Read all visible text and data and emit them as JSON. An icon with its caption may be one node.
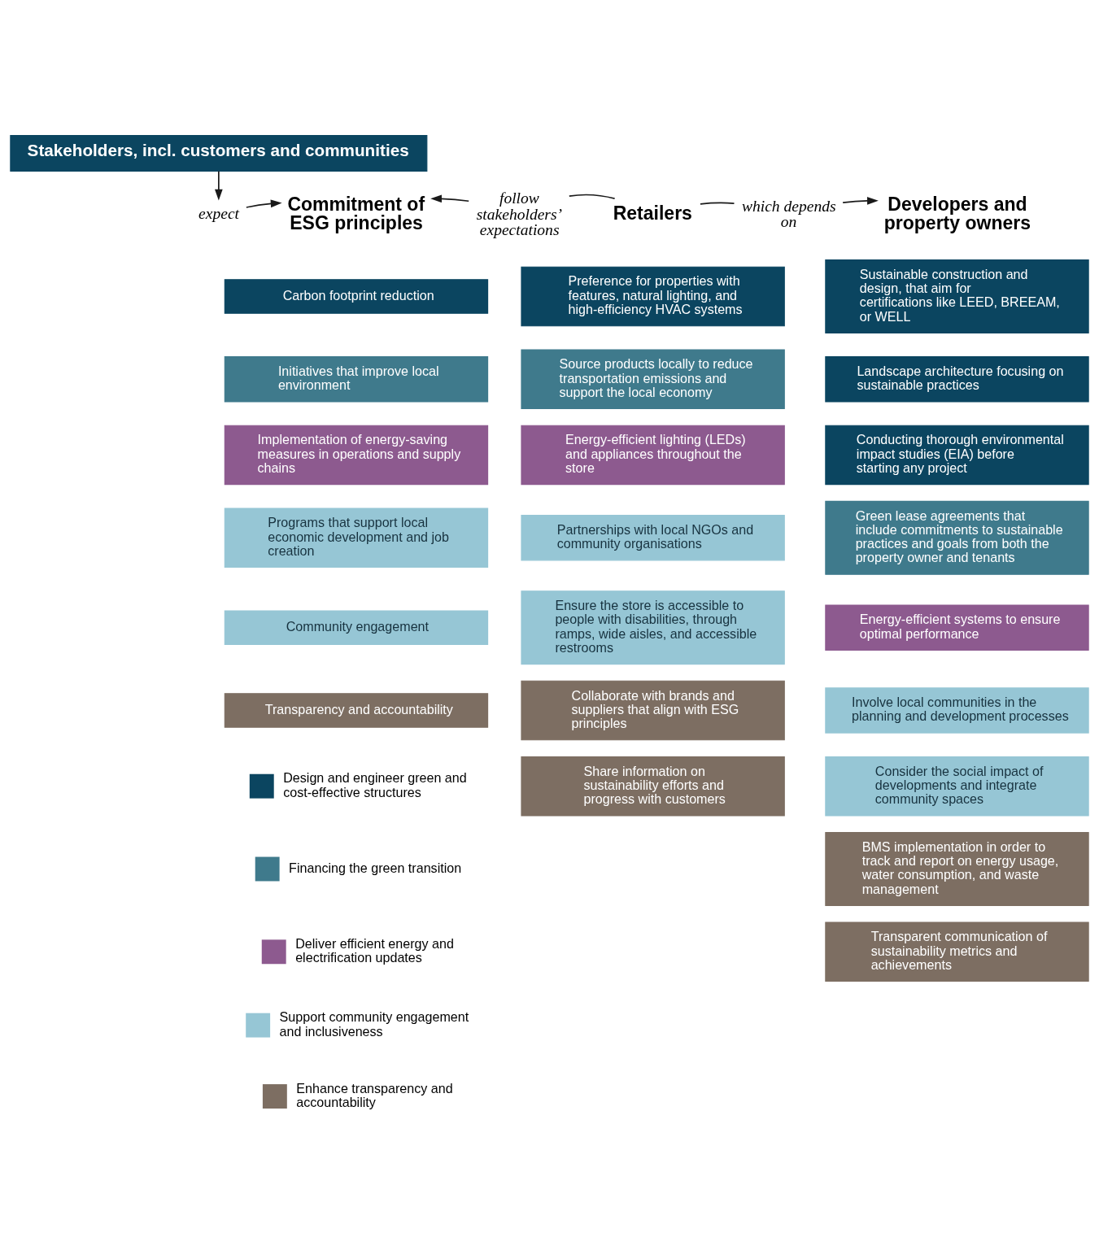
{
  "diagram": {
    "nodes": [
      {
        "text": [
          "Stakeholders, incl. customers and communities"
        ]
      },
      {
        "text": [
          "expect"
        ]
      },
      {
        "text": [
          "Commitment of ESG principles"
        ]
      },
      {
        "text": [
          "follow stakeholders’ expectations"
        ]
      },
      {
        "text": [
          "Retailers"
        ]
      },
      {
        "text": [
          "which depends on"
        ]
      },
      {
        "text": [
          "Developers and property owners"
        ]
      },
      {
        "text": [
          "Carbon footprint reduction"
        ]
      },
      {
        "text": [
          "Initiatives that improve local environment"
        ]
      },
      {
        "text": [
          "Implementation of energy-saving measures in operations and supply chains"
        ]
      },
      {
        "text": [
          "Programs that support local economic development and job creation"
        ]
      },
      {
        "text": [
          "Community engagement"
        ]
      },
      {
        "text": [
          "Transparency and accountability"
        ]
      },
      {
        "text": [
          "Preference for properties with features, natural lighting, and high-efficiency HVAC systems"
        ]
      },
      {
        "text": [
          "Source products locally to reduce transportation emissions and support the local economy"
        ]
      },
      {
        "text": [
          "Energy-efficient lighting (LEDs) and appliances throughout the store"
        ]
      },
      {
        "text": [
          "Partnerships with local NGOs and community organisations"
        ]
      },
      {
        "text": [
          "Ensure the store is accessible to people with disabilities, through ramps, wide aisles, and accessible restrooms"
        ]
      },
      {
        "text": [
          "Collaborate with brands and suppliers that align with ESG principles"
        ]
      },
      {
        "text": [
          "Share information on sustainability efforts and progress with customers"
        ]
      },
      {
        "text": [
          "Sustainable construction and design, that aim for certifications like LEED, BREEAM, or WELL"
        ]
      },
      {
        "text": [
          "Landscape architecture focusing on sustainable practices"
        ]
      },
      {
        "text": [
          "Conducting thorough environmental impact studies (EIA) before starting any project"
        ]
      },
      {
        "text": [
          "Green lease agreements that include commitments to sustainable practices and goals from both the property owner and tenants"
        ]
      },
      {
        "text": [
          "Energy-efficient systems to ensure optimal performance"
        ]
      },
      {
        "text": [
          "Involve local communities in the planning and development processes"
        ]
      },
      {
        "text": [
          "Consider the social impact of developments and integrate community spaces"
        ]
      },
      {
        "text": [
          "BMS implementation in order to track and report on energy usage, water consumption, and waste management"
        ]
      },
      {
        "text": [
          "Transparent communication of sustainability metrics and achievements"
        ]
      }
    ],
    "edges": [
      {
        "from": 0,
        "to": 1,
        "arrow": "to"
      },
      {
        "from": 1,
        "to": 2,
        "arrow": "to"
      },
      {
        "from": 4,
        "to": 3,
        "arrow": "none"
      },
      {
        "from": 3,
        "to": 2,
        "arrow": "to"
      },
      {
        "from": 4,
        "to": 5,
        "arrow": "none"
      },
      {
        "from": 5,
        "to": 6,
        "arrow": "to"
      }
    ],
    "legend": [
      {
        "text": "Design and engineer green and cost-effective structures",
        "color": "#0b4560"
      },
      {
        "text": "Financing the green transition",
        "color": "#3f7a8c"
      },
      {
        "text": "Deliver efficient energy and electrification updates",
        "color": "#8d5a8f"
      },
      {
        "text": "Support community engagement and inclusiveness",
        "color": "#96c6d5"
      },
      {
        "text": "Enhance transparency and accountability",
        "color": "#7d6e62"
      }
    ]
  }
}
